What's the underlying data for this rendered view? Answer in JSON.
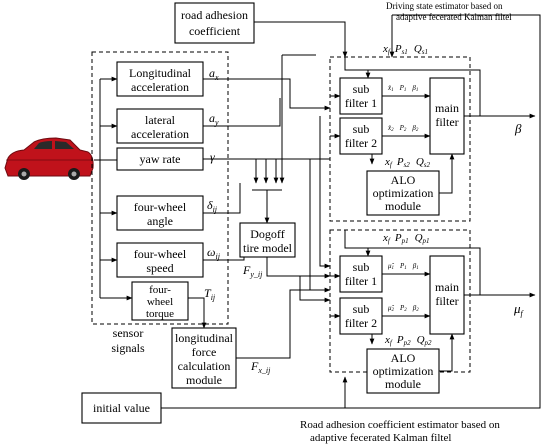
{
  "input": {
    "road_adhesion": [
      "road adhesion",
      "coefficient"
    ],
    "initial_value": "initial value",
    "car_icon": "car-icon"
  },
  "sensors": {
    "longitudinal": {
      "lines": [
        "Longitudinal",
        "acceleration"
      ],
      "symbol": "a",
      "sub": "x"
    },
    "lateral": {
      "lines": [
        "lateral",
        "acceleration"
      ],
      "symbol": "a",
      "sub": "y"
    },
    "yaw": {
      "lines": [
        "yaw rate"
      ],
      "symbol": "γ",
      "sub": ""
    },
    "angle": {
      "lines": [
        "four-wheel",
        "angle"
      ],
      "symbol": "δ",
      "sub": "ij"
    },
    "speed": {
      "lines": [
        "four-wheel",
        "speed"
      ],
      "symbol": "ω",
      "sub": "ij"
    },
    "torque": {
      "lines": [
        "four-",
        "wheel",
        "torque"
      ],
      "symbol": "T",
      "sub": "ij"
    },
    "group_label": [
      "sensor",
      "signals"
    ]
  },
  "models": {
    "dogoff": [
      "Dogoff",
      "tire model"
    ],
    "fy": {
      "symbol": "F",
      "sub": "y_ij"
    },
    "longitudinal_force": [
      "longitudinal",
      "force",
      "calculation",
      "module"
    ],
    "fx": {
      "symbol": "F",
      "sub": "x_ij"
    }
  },
  "top_estimator": {
    "title": [
      "Driving state estimator based on",
      "adaptive fecerated Kalman filtel"
    ],
    "sub_filter_1": [
      "sub",
      "filter 1"
    ],
    "sub_filter_2": [
      "sub",
      "filter 2"
    ],
    "main_filter": [
      "main",
      "filter"
    ],
    "alo": [
      "ALO",
      "optimization",
      "module"
    ],
    "top_labels": [
      "x",
      "f",
      "P",
      "s1",
      "Q",
      "s1"
    ],
    "mid_labels": [
      "x",
      "f",
      "P",
      "s2",
      "Q",
      "s2"
    ],
    "tiny_1": [
      "x̂",
      "1",
      "P",
      "1",
      "β",
      "1"
    ],
    "tiny_2": [
      "x̂",
      "2",
      "P",
      "2",
      "β",
      "2"
    ],
    "output": "β"
  },
  "bottom_estimator": {
    "title": [
      "Road adhesion coefficient estimator based on",
      "adaptive fecerated Kalman filtel"
    ],
    "sub_filter_1": [
      "sub",
      "filter 1"
    ],
    "sub_filter_2": [
      "sub",
      "filter 2"
    ],
    "main_filter": [
      "main",
      "filter"
    ],
    "alo": [
      "ALO",
      "optimization",
      "module"
    ],
    "top_labels": [
      "x",
      "f",
      "P",
      "p1",
      "Q",
      "p1"
    ],
    "mid_labels": [
      "x",
      "f",
      "P",
      "p2",
      "Q",
      "p2"
    ],
    "tiny_1": [
      "μ̂",
      "1",
      "P",
      "1",
      "β",
      "1"
    ],
    "tiny_2": [
      "μ̂",
      "2",
      "P",
      "2",
      "β",
      "2"
    ],
    "output": {
      "symbol": "μ",
      "sub": "f"
    }
  },
  "colors": {
    "car_body": "#c0121b",
    "car_dark": "#6e0a10",
    "window": "#2a2a2a"
  }
}
